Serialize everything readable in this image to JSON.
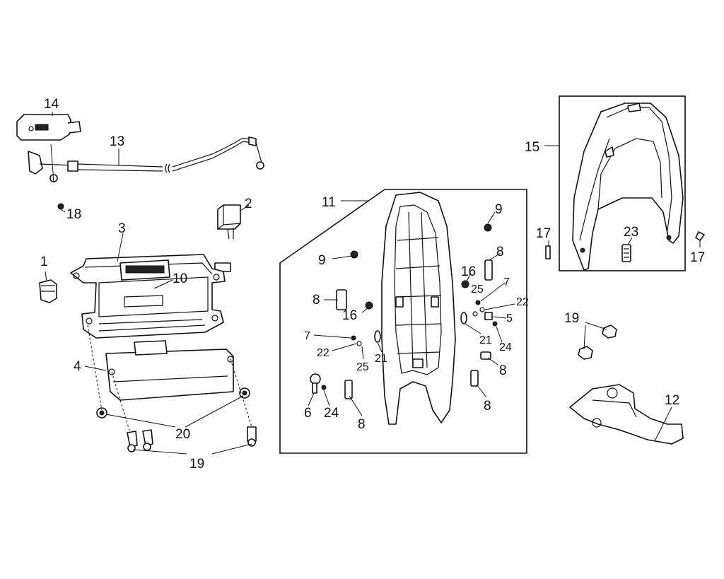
{
  "diagram": {
    "callouts": [
      {
        "id": "c1",
        "text": "1"
      },
      {
        "id": "c2",
        "text": "2"
      },
      {
        "id": "c3",
        "text": "3"
      },
      {
        "id": "c4",
        "text": "4"
      },
      {
        "id": "c5",
        "text": "5"
      },
      {
        "id": "c6",
        "text": "6"
      },
      {
        "id": "c7a",
        "text": "7"
      },
      {
        "id": "c7b",
        "text": "7"
      },
      {
        "id": "c8a",
        "text": "8"
      },
      {
        "id": "c8b",
        "text": "8"
      },
      {
        "id": "c8c",
        "text": "8"
      },
      {
        "id": "c8d",
        "text": "8"
      },
      {
        "id": "c8e",
        "text": "8"
      },
      {
        "id": "c9a",
        "text": "9"
      },
      {
        "id": "c9b",
        "text": "9"
      },
      {
        "id": "c10",
        "text": "10"
      },
      {
        "id": "c11",
        "text": "11"
      },
      {
        "id": "c12",
        "text": "12"
      },
      {
        "id": "c13",
        "text": "13"
      },
      {
        "id": "c14",
        "text": "14"
      },
      {
        "id": "c15",
        "text": "15"
      },
      {
        "id": "c16a",
        "text": "16"
      },
      {
        "id": "c16b",
        "text": "16"
      },
      {
        "id": "c17a",
        "text": "17"
      },
      {
        "id": "c17b",
        "text": "17"
      },
      {
        "id": "c18",
        "text": "18"
      },
      {
        "id": "c19a",
        "text": "19"
      },
      {
        "id": "c19b",
        "text": "19"
      },
      {
        "id": "c20",
        "text": "20"
      },
      {
        "id": "c21a",
        "text": "21"
      },
      {
        "id": "c21b",
        "text": "21"
      },
      {
        "id": "c22a",
        "text": "22"
      },
      {
        "id": "c22b",
        "text": "22"
      },
      {
        "id": "c23",
        "text": "23"
      },
      {
        "id": "c24a",
        "text": "24"
      },
      {
        "id": "c24b",
        "text": "24"
      },
      {
        "id": "c25a",
        "text": "25"
      },
      {
        "id": "c25b",
        "text": "25"
      }
    ]
  }
}
